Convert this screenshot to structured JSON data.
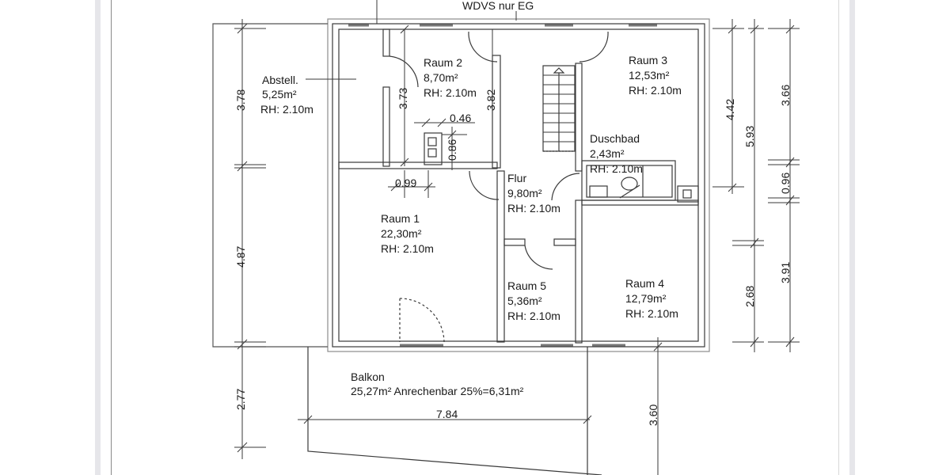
{
  "header": {
    "note": "WDVS nur EG"
  },
  "rooms": [
    {
      "name": "Abstell.",
      "area": "5,25m²",
      "height": "RH: 2.10m"
    },
    {
      "name": "Raum 2",
      "area": "8,70m²",
      "height": "RH: 2.10m"
    },
    {
      "name": "Raum 3",
      "area": "12,53m²",
      "height": "RH: 2.10m"
    },
    {
      "name": "Duschbad",
      "area": "2,43m²",
      "height": "RH: 2.10m"
    },
    {
      "name": "Flur",
      "area": "9,80m²",
      "height": "RH: 2.10m"
    },
    {
      "name": "Raum 1",
      "area": "22,30m²",
      "height": "RH: 2.10m"
    },
    {
      "name": "Raum 5",
      "area": "5,36m²",
      "height": "RH: 2.10m"
    },
    {
      "name": "Raum 4",
      "area": "12,79m²",
      "height": "RH: 2.10m"
    }
  ],
  "balcony": {
    "name": "Balkon",
    "area_text": "25,27m² Anrechenbar 25%=6,31m²"
  },
  "dimensions": {
    "left_upper": "3.78",
    "left_middle": "4.87",
    "left_lower": "2.77",
    "raum2_left": "3.73",
    "raum2_right": "3.82",
    "shaft_width": "0.46",
    "shaft_height": "0.86",
    "raum2_bottom": "0.99",
    "right_a": "4.42",
    "right_b": "5.93",
    "right_c": "3.66",
    "right_d": "0.96",
    "right_e": "2.68",
    "right_f": "3.91",
    "balcony_width": "7.84",
    "balcony_depth": "3.60"
  },
  "colors": {
    "line": "#3a3a3a",
    "light_line": "#8c8c8c",
    "window": "#9a9a9a"
  }
}
